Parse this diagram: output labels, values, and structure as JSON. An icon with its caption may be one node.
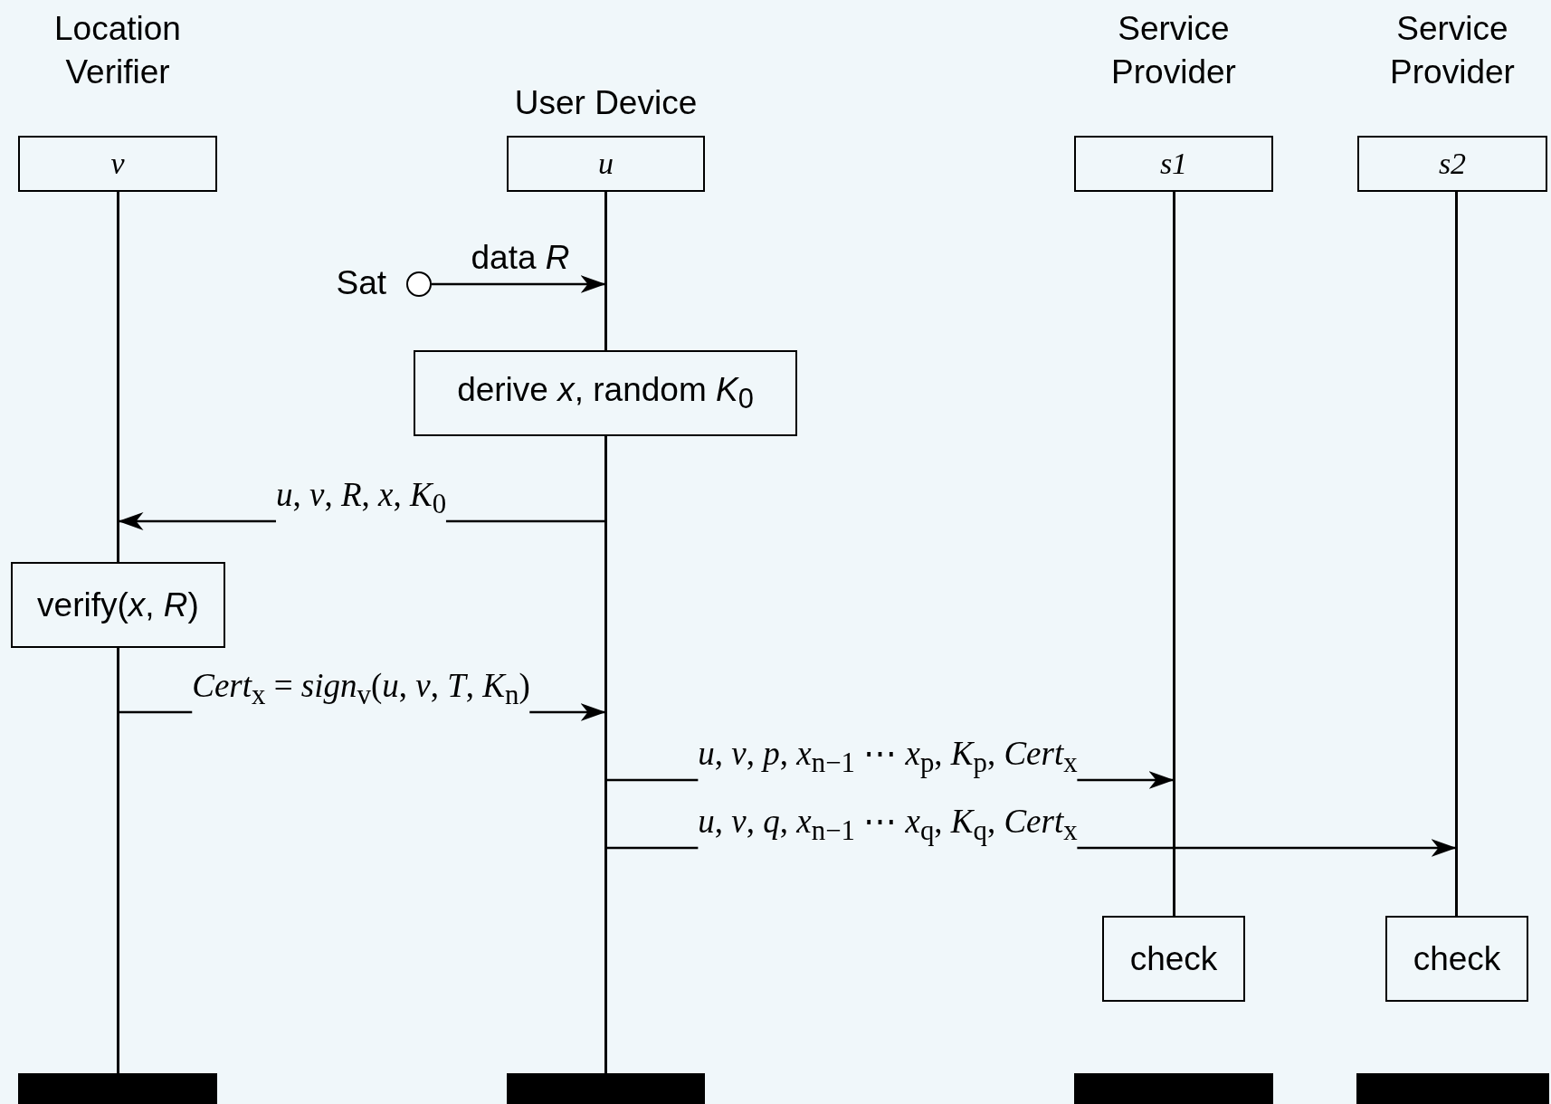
{
  "diagram": {
    "nodes": [
      {
        "text": [
          "Location Verifier",
          "v"
        ]
      },
      {
        "text": [
          "User Device",
          "u"
        ]
      },
      {
        "text": [
          "Service Provider",
          "s1"
        ]
      },
      {
        "text": [
          "Service Provider",
          "s2"
        ]
      },
      {
        "text": [],
        "shape": "circle",
        "beside": [
          "Sat"
        ]
      },
      {
        "text": [
          "derive *x*, random *K*$_{0}$"
        ]
      },
      {
        "text": [
          "verify(*x*, *R*)"
        ]
      },
      {
        "text": [
          "check"
        ]
      },
      {
        "text": [
          "check"
        ]
      },
      {
        "text": [],
        "shape": "bar"
      },
      {
        "text": [],
        "shape": "bar"
      },
      {
        "text": [],
        "shape": "bar"
      },
      {
        "text": [],
        "shape": "bar"
      },
      {
        "text": [],
        "shape": "line"
      },
      {
        "text": [],
        "shape": "line"
      },
      {
        "text": [],
        "shape": "line"
      },
      {
        "text": [],
        "shape": "line"
      },
      {
        "text": [],
        "shape": "line"
      },
      {
        "text": [],
        "shape": "line"
      }
    ],
    "edges": [
      {
        "from": 4,
        "to": 15,
        "arrow": "to",
        "label": "data *R*"
      },
      {
        "from": 16,
        "to": 13,
        "arrow": "to",
        "label": "*u*, *v*, *R*, *x*, *K*$_{0}$"
      },
      {
        "from": 14,
        "to": 16,
        "arrow": "to",
        "label": "*Cert*$_{x}$ = *sign*$_{v}$(*u*, *v*, *T*, *K*$_{n}$)"
      },
      {
        "from": 16,
        "to": 17,
        "arrow": "to",
        "label": "*u*, *v*, *p*, *x*$_{n−1}$ ⋯ *x*$_{p}$, *K*$_{p}$, *Cert*$_{x}$"
      },
      {
        "from": 16,
        "to": 18,
        "arrow": "to",
        "label": "*u*, *v*, *q*, *x*$_{n−1}$ ⋯ *x*$_{q}$, *K*$_{q}$, *Cert*$_{x}$"
      }
    ]
  }
}
